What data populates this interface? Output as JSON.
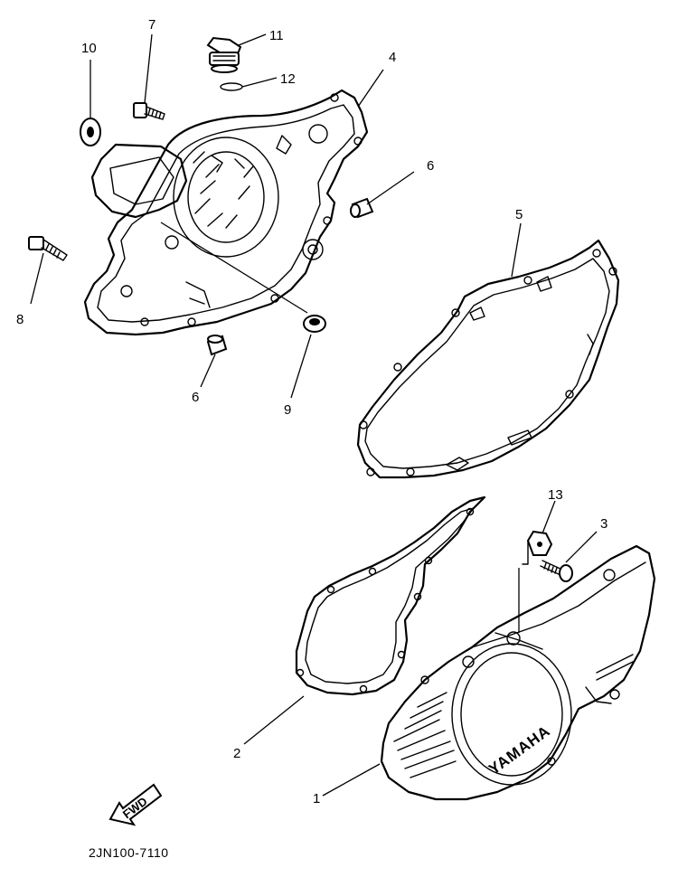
{
  "drawing_code": "2JN100-7110",
  "brand_mark": "YAMAHA",
  "direction_arrow": "FWD",
  "callouts": [
    {
      "id": "c1",
      "label": "1"
    },
    {
      "id": "c2",
      "label": "2"
    },
    {
      "id": "c3",
      "label": "3"
    },
    {
      "id": "c4",
      "label": "4"
    },
    {
      "id": "c5",
      "label": "5"
    },
    {
      "id": "c6a",
      "label": "6"
    },
    {
      "id": "c6b",
      "label": "6"
    },
    {
      "id": "c7",
      "label": "7"
    },
    {
      "id": "c8",
      "label": "8"
    },
    {
      "id": "c9",
      "label": "9"
    },
    {
      "id": "c10",
      "label": "10"
    },
    {
      "id": "c11",
      "label": "11"
    },
    {
      "id": "c12",
      "label": "12"
    },
    {
      "id": "c13",
      "label": "13"
    }
  ]
}
